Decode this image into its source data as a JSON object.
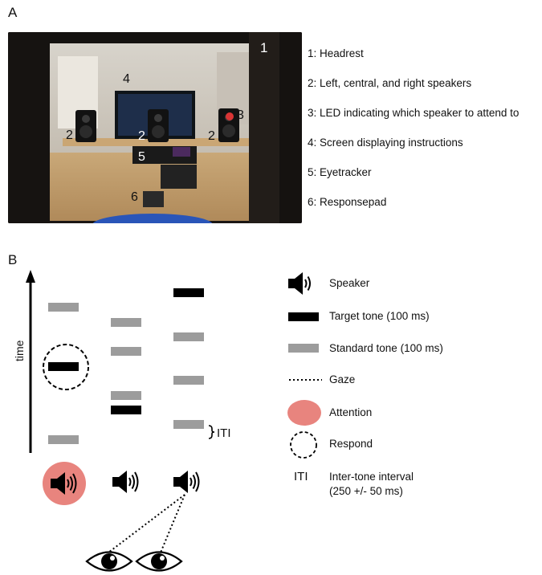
{
  "panel_a": {
    "label": "A",
    "photo_markers": {
      "headrest": "1",
      "speaker_left": "2",
      "speaker_center": "2",
      "speaker_right": "2",
      "led": "3",
      "screen": "4",
      "eyetracker": "5",
      "responsepad": "6"
    },
    "legend": [
      "1: Headrest",
      "2: Left, central, and right speakers",
      "3: LED indicating which speaker to attend to",
      "4: Screen displaying instructions",
      "5: Eyetracker",
      "6: Responsepad"
    ]
  },
  "panel_b": {
    "label": "B",
    "time_axis_label": "time",
    "iti_label": "ITI",
    "legend": {
      "speaker": "Speaker",
      "target": "Target tone (100 ms)",
      "standard": "Standard tone (100 ms)",
      "gaze": "Gaze",
      "attention": "Attention",
      "respond": "Respond",
      "iti_symbol": "ITI",
      "iti_line1": "Inter-tone interval",
      "iti_line2": "(250 +/- 50 ms)"
    }
  },
  "colors": {
    "attention": "#e8847e",
    "led": "#d93535",
    "standard_tone": "#9c9c9c",
    "target_tone": "#000000"
  }
}
